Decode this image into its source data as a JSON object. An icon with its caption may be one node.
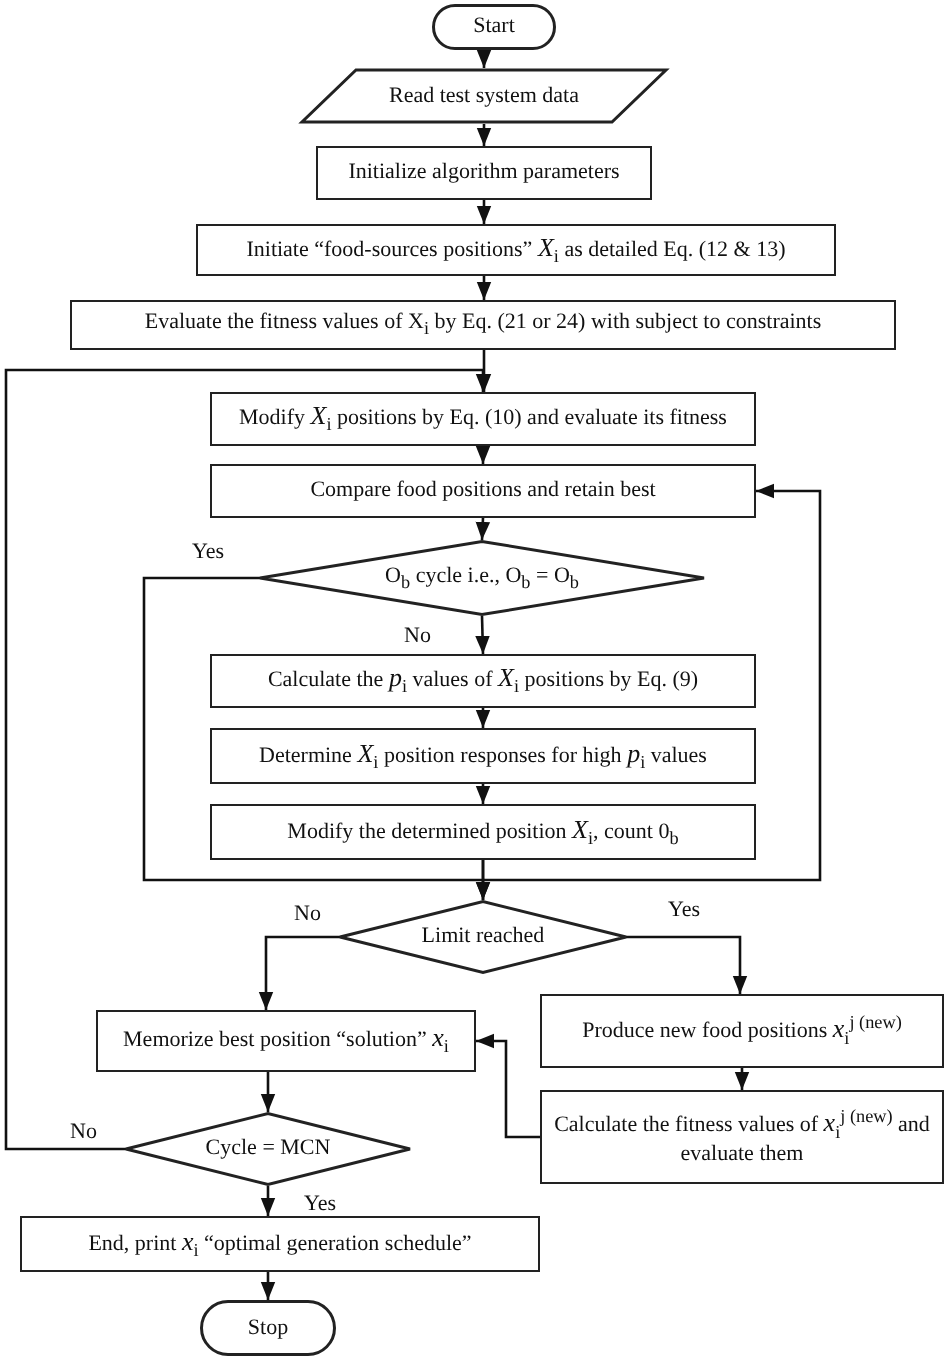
{
  "diagram": {
    "nodes": [
      {
        "text": [
          "Start"
        ]
      },
      {
        "text": [
          "Read test system data"
        ]
      },
      {
        "text": [
          "Initialize algorithm parameters"
        ]
      },
      {
        "text": [
          "Initiate “food-sources positions” *X*$_{i}$ as detailed Eq. (12 & 13)"
        ]
      },
      {
        "text": [
          "Evaluate the fitness values of X$_{i}$ by Eq.  (21 or 24) with subject to constraints"
        ]
      },
      {
        "text": [
          "Modify *X*$_{i}$ positions by Eq. (10) and evaluate its fitness"
        ]
      },
      {
        "text": [
          "Compare food positions and retain best"
        ]
      },
      {
        "text": [
          "O$_{b}$ cycle i.e., O$_{b}$ = O$_{b}$"
        ]
      },
      {
        "text": [
          "Calculate the *p*$_{i}$ values of *X*$_{i}$ positions by Eq. (9)"
        ]
      },
      {
        "text": [
          "Determine *X*$_{i}$ position responses for high *p*$_{i}$ values"
        ]
      },
      {
        "text": [
          "Modify the determined position *X*$_{i}$, count 0$_{b}$"
        ]
      },
      {
        "text": [
          "Limit reached"
        ]
      },
      {
        "text": [
          "Memorize best position “solution” *x*$_{i}$"
        ]
      },
      {
        "text": [
          "Produce new food positions *x*$_{i}$$^{j (new)}$"
        ]
      },
      {
        "text": [
          "Calculate the fitness values of *x*$_{i}$$^{j (new)}$ and evaluate them"
        ]
      },
      {
        "text": [
          "Cycle = MCN"
        ]
      },
      {
        "text": [
          "End, print *x*$_{i}$ “optimal generation schedule”"
        ]
      },
      {
        "text": [
          "Stop"
        ]
      }
    ],
    "edges": [
      {
        "from": 0,
        "to": 1,
        "arrow": "to"
      },
      {
        "from": 1,
        "to": 2,
        "arrow": "to"
      },
      {
        "from": 2,
        "to": 3,
        "arrow": "to"
      },
      {
        "from": 3,
        "to": 4,
        "arrow": "to"
      },
      {
        "from": 4,
        "to": 5,
        "arrow": "to"
      },
      {
        "from": 5,
        "to": 6,
        "arrow": "to"
      },
      {
        "from": 6,
        "to": 7,
        "arrow": "to"
      },
      {
        "from": 7,
        "to": 8,
        "arrow": "to",
        "label": "No"
      },
      {
        "from": 8,
        "to": 9,
        "arrow": "to"
      },
      {
        "from": 9,
        "to": 10,
        "arrow": "to"
      },
      {
        "from": 7,
        "to": 11,
        "arrow": "to",
        "label": "Yes"
      },
      {
        "from": 10,
        "to": 11,
        "arrow": "to"
      },
      {
        "from": 10,
        "to": 6,
        "arrow": "to"
      },
      {
        "from": 11,
        "to": 12,
        "arrow": "to",
        "label": "No"
      },
      {
        "from": 11,
        "to": 13,
        "arrow": "to",
        "label": "Yes"
      },
      {
        "from": 13,
        "to": 14,
        "arrow": "to"
      },
      {
        "from": 14,
        "to": 12,
        "arrow": "to"
      },
      {
        "from": 12,
        "to": 15,
        "arrow": "to"
      },
      {
        "from": 15,
        "to": 5,
        "arrow": "to",
        "label": "No"
      },
      {
        "from": 15,
        "to": 16,
        "arrow": "to",
        "label": "Yes"
      },
      {
        "from": 16,
        "to": 17,
        "arrow": "to"
      }
    ]
  }
}
